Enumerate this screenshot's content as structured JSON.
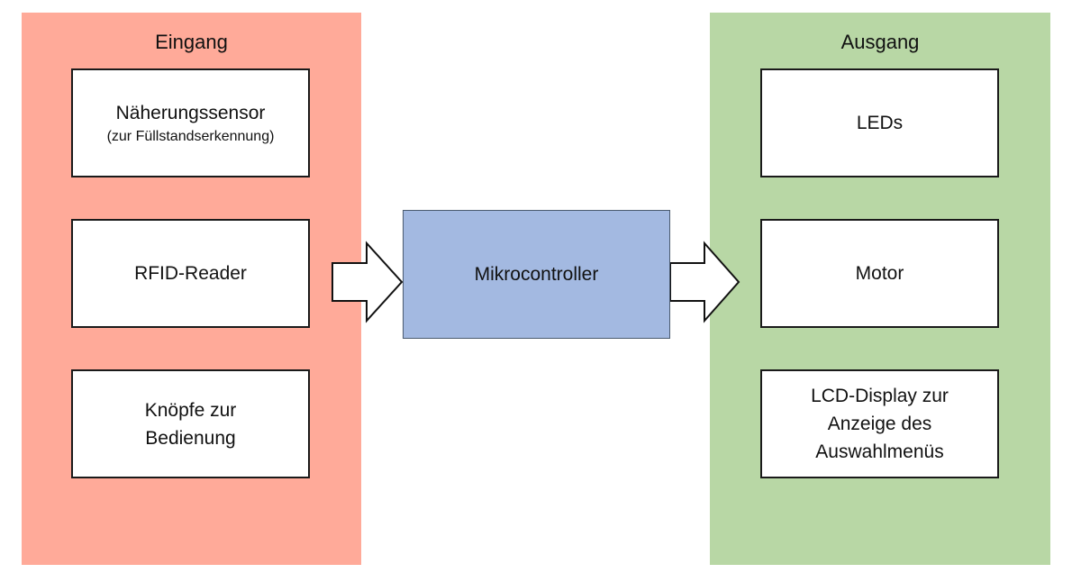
{
  "colors": {
    "input_panel": "#ffaa99",
    "output_panel": "#b8d7a5",
    "controller": "#a3b9e1",
    "box": "#ffffff"
  },
  "input": {
    "title": "Eingang",
    "items": [
      {
        "label": "Näherungssensor",
        "sublabel": "(zur Füllstandserkennung)"
      },
      {
        "label": "RFID-Reader"
      },
      {
        "label": "Knöpfe zur Bedienung"
      }
    ]
  },
  "controller": {
    "label": "Mikrocontroller"
  },
  "output": {
    "title": "Ausgang",
    "items": [
      {
        "label": "LEDs"
      },
      {
        "label": "Motor"
      },
      {
        "label": "LCD-Display zur Anzeige des Auswahlmenüs"
      }
    ]
  },
  "arrows": [
    {
      "from": "Eingang",
      "to": "Mikrocontroller"
    },
    {
      "from": "Mikrocontroller",
      "to": "Ausgang"
    }
  ]
}
